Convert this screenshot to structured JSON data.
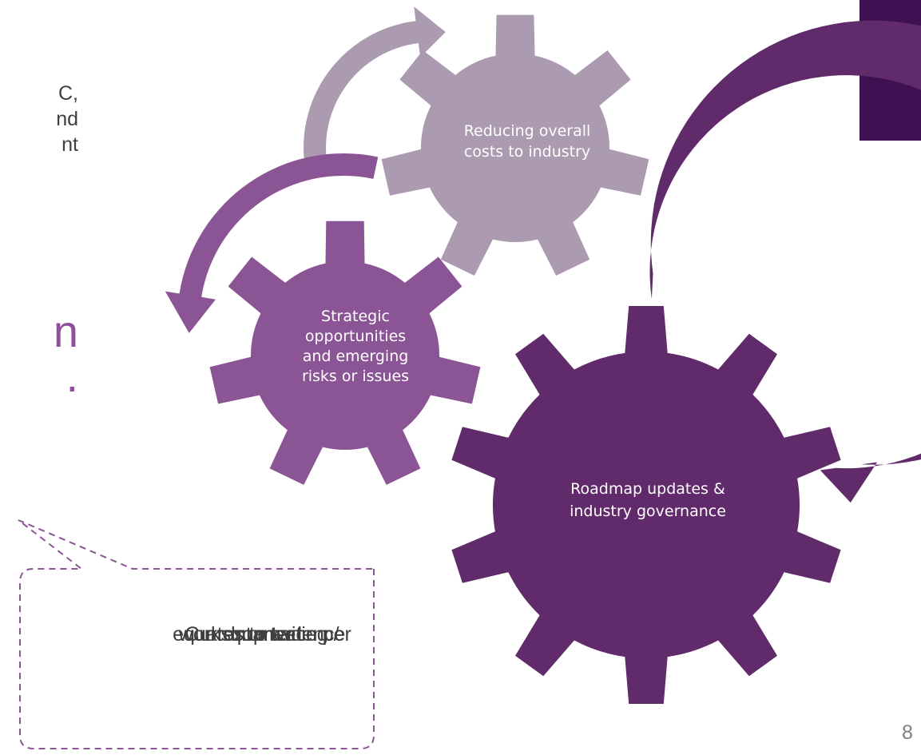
{
  "left_text": {
    "lines": [
      "C,",
      "nd",
      "nt"
    ],
    "purple_lines": [
      "n",
      "."
    ]
  },
  "gears": {
    "top": {
      "label": "Reducing overall costs to industry",
      "lines": [
        "Reducing overall",
        "costs to industry"
      ],
      "color": "#ab9ab0"
    },
    "left": {
      "label": "Strategic opportunities and emerging risks or issues",
      "lines": [
        "Strategic",
        "opportunities",
        "and emerging",
        "risks or issues"
      ],
      "color": "#8b5494"
    },
    "big": {
      "label": "Roadmap updates & industry governance",
      "lines": [
        "Roadmap updates &",
        "industry governance"
      ],
      "color": "#612a6a"
    }
  },
  "arrows": {
    "top_color": "#ab9ab0",
    "left_color": "#8b5494",
    "right_color": "#612a6a"
  },
  "callout": {
    "lines": [
      "Current meeting /",
      "workshop cadence",
      "equates to twice per",
      "quarter"
    ],
    "border_color": "#8b5494"
  },
  "page_number": "8",
  "corner_color": "#3f1152"
}
